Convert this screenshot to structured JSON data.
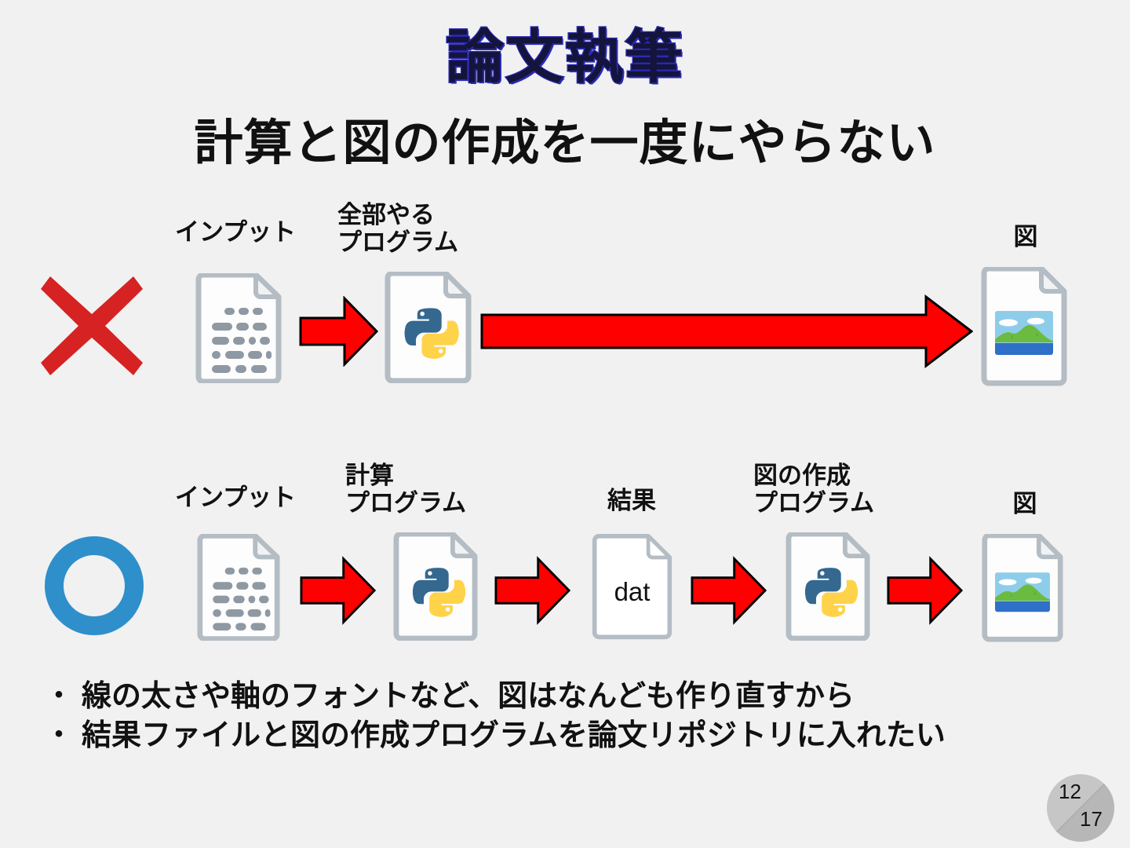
{
  "slide": {
    "title": "論文執筆",
    "subtitle": "計算と図の作成を一度にやらない",
    "background_color": "#f1f1f1",
    "title_color": "#14143c",
    "title_outline_color": "#1e1ea0"
  },
  "row_bad": {
    "mark": "×",
    "mark_color": "#d62222",
    "nodes": [
      {
        "label": "インプット",
        "icon": "text-document-icon"
      },
      {
        "label": "全部やる\nプログラム",
        "icon": "python-file-icon"
      },
      {
        "label": "図",
        "icon": "image-file-icon"
      }
    ],
    "arrows": [
      {
        "name": "short-arrow",
        "length": "short"
      },
      {
        "name": "long-arrow",
        "length": "long"
      }
    ]
  },
  "row_good": {
    "mark": "○",
    "mark_color": "#2e8fcb",
    "nodes": [
      {
        "label": "インプット",
        "icon": "text-document-icon"
      },
      {
        "label": "計算\nプログラム",
        "icon": "python-file-icon"
      },
      {
        "label": "結果",
        "icon": "dat-file-icon",
        "file_text": "dat"
      },
      {
        "label": "図の作成\nプログラム",
        "icon": "python-file-icon"
      },
      {
        "label": "図",
        "icon": "image-file-icon"
      }
    ],
    "arrows": [
      {
        "name": "arrow-1"
      },
      {
        "name": "arrow-2"
      },
      {
        "name": "arrow-3"
      },
      {
        "name": "arrow-4"
      }
    ]
  },
  "bullets": [
    {
      "marker": "•",
      "text": "線の太さや軸のフォントなど、図はなんども作り直すから"
    },
    {
      "marker": "•",
      "text": "結果ファイルと図の作成プログラムを論文リポジトリに入れたい"
    }
  ],
  "page_number": {
    "current": "12",
    "total": "17"
  },
  "colors": {
    "arrow_red": "#ff0000",
    "python_blue": "#34688f",
    "python_yellow": "#ffd349",
    "file_outline": "#b4bcc4",
    "sky": "#8ecdea",
    "hill": "#6cbb41",
    "water": "#2f70c8"
  }
}
